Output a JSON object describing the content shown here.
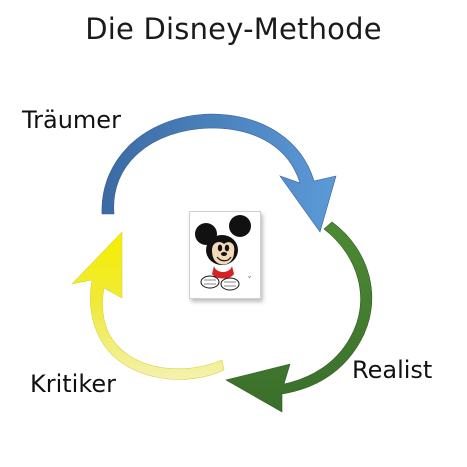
{
  "diagram": {
    "title": "Die Disney-Methode",
    "roles": [
      {
        "name": "Träumer",
        "color": "#4a7fbd"
      },
      {
        "name": "Realist",
        "color": "#3f7a2e"
      },
      {
        "name": "Kritiker",
        "color": "#e6e21a"
      }
    ],
    "center_image": "mickey-mouse-illustration"
  }
}
